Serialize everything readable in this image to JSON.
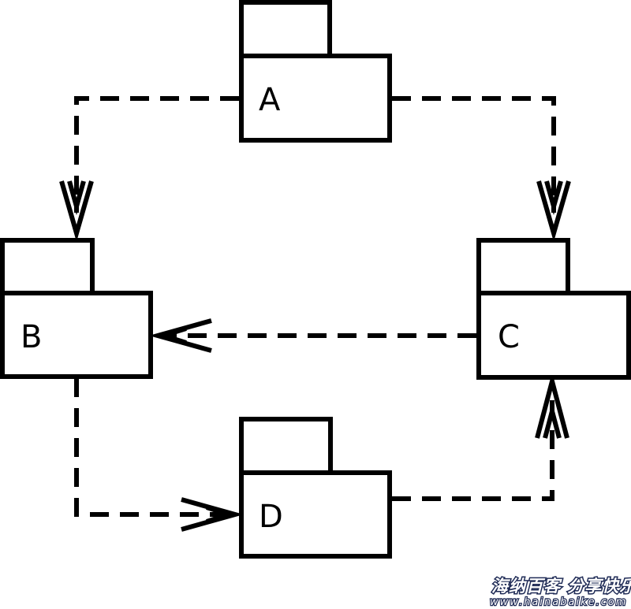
{
  "diagram": {
    "packages": [
      {
        "id": "A",
        "label": "A"
      },
      {
        "id": "B",
        "label": "B"
      },
      {
        "id": "C",
        "label": "C"
      },
      {
        "id": "D",
        "label": "D"
      }
    ],
    "dependencies": [
      {
        "from": "A",
        "to": "B"
      },
      {
        "from": "A",
        "to": "C"
      },
      {
        "from": "C",
        "to": "B"
      },
      {
        "from": "B",
        "to": "D"
      },
      {
        "from": "D",
        "to": "C"
      }
    ],
    "colors": {
      "stroke": "#000000",
      "background": "#ffffff",
      "watermark": "#1e2a55"
    }
  },
  "watermark": {
    "chinese": "海纳百客 分享快乐",
    "url": "www.hainabaike.com"
  }
}
